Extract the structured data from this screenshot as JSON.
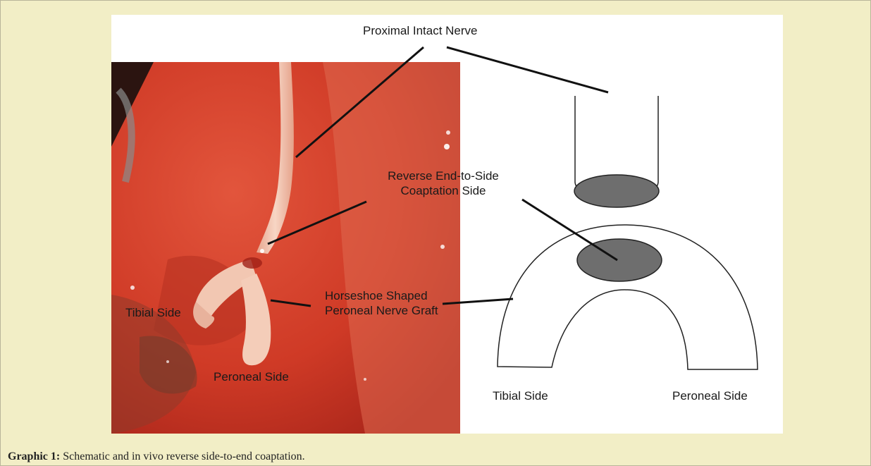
{
  "figure": {
    "labels": {
      "proximal_intact_nerve": "Proximal Intact Nerve",
      "reverse_end_to_side_line1": "Reverse End-to-Side",
      "reverse_end_to_side_line2": "Coaptation Side",
      "horseshoe_line1": "Horseshoe Shaped",
      "horseshoe_line2": "Peroneal Nerve Graft",
      "photo_tibial_side": "Tibial Side",
      "photo_peroneal_side": "Peroneal Side",
      "schematic_tibial_side": "Tibial Side",
      "schematic_peroneal_side": "Peroneal Side"
    },
    "colors": {
      "page_background": "#f2eec6",
      "tissue": "#d9412c",
      "nerve": "#f4c9b4",
      "coaptation_fill": "#6e6e6e"
    }
  },
  "caption": {
    "label": "Graphic 1:",
    "text": " Schematic and in vivo reverse side-to-end coaptation."
  }
}
